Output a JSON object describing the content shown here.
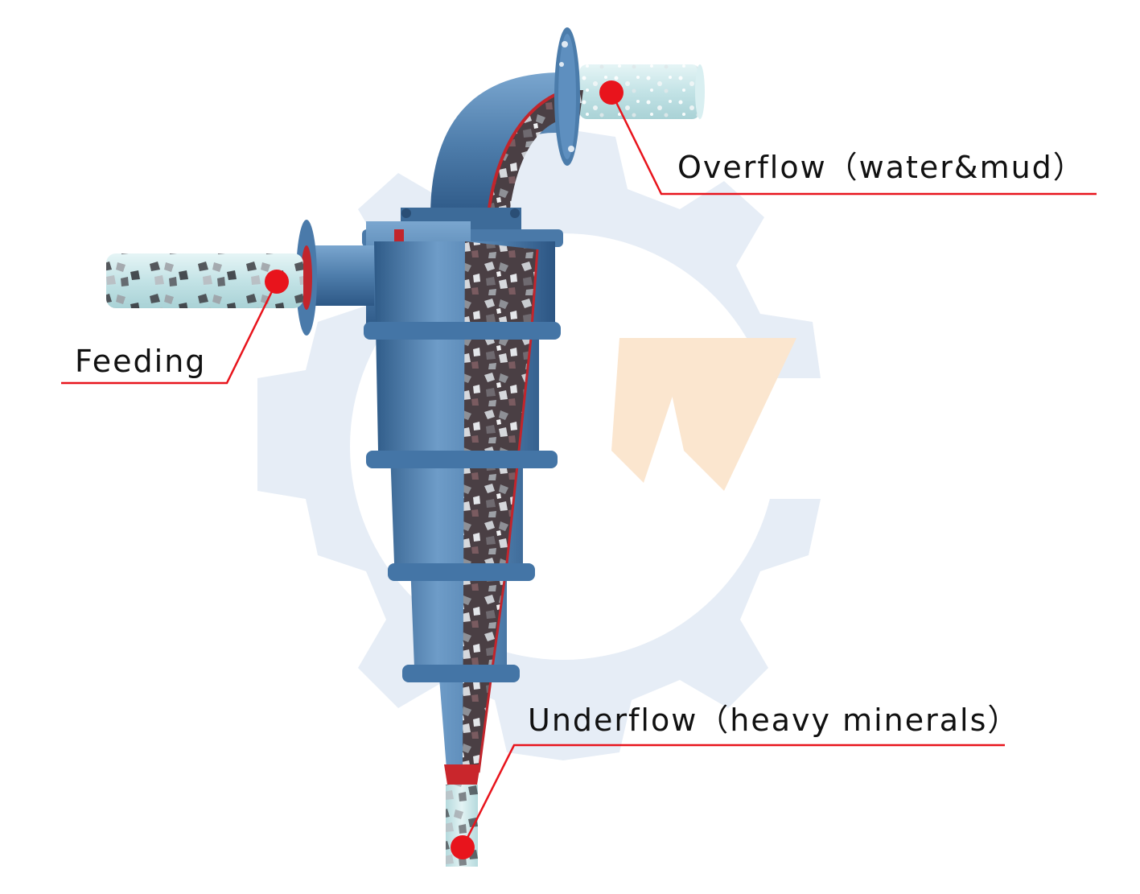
{
  "labels": {
    "overflow": "Overflow（water&mud）",
    "feeding": "Feeding",
    "underflow": "Underflow（heavy minerals）"
  },
  "colors": {
    "callout_red": "#e8141c",
    "body_blue": "#4f7fae",
    "pipe_glass": "#cfe9ec",
    "watermark_blue": "#e3ebf4",
    "watermark_orange": "#fbe3c8"
  },
  "icons": {
    "watermark": "gear-logo-watermark",
    "callout_marker": "red-dot-marker"
  }
}
